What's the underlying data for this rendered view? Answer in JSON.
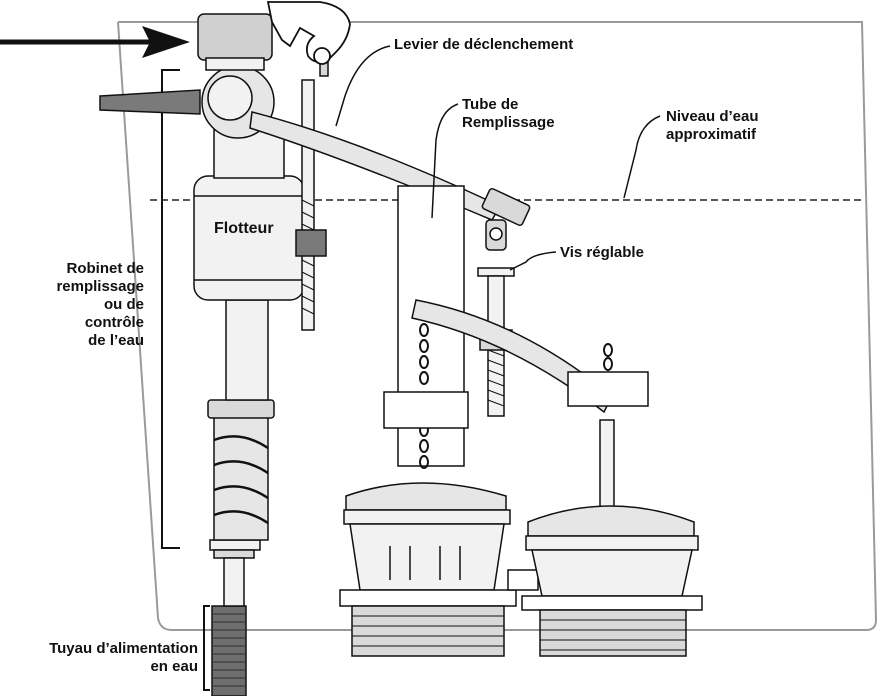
{
  "labels": {
    "trip_lever": "Levier de déclenchement",
    "fill_tube_line1": "Tube de",
    "fill_tube_line2": "Remplissage",
    "water_level_line1": "Niveau d’eau",
    "water_level_line2": "approximatif",
    "float": "Flotteur",
    "adjust_screw": "Vis réglable",
    "fill_valve_line1": "Robinet de",
    "fill_valve_line2": "remplissage",
    "fill_valve_line3": "ou de",
    "fill_valve_line4": "contrôle",
    "fill_valve_line5": "de l’eau",
    "supply_line1": "Tuyau d’alimentation",
    "supply_line2": "en eau"
  },
  "colors": {
    "line": "#1a1a1a",
    "fill_light": "#f2f2f2",
    "fill_mid": "#d9d9d9",
    "fill_dark": "#7a7a7a",
    "tank": "#9a9a9a"
  }
}
